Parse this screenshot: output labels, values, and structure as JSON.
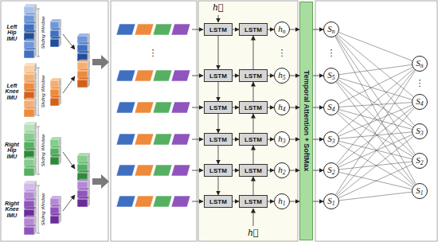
{
  "diagram": {
    "nodes": [
      {
        "text": [
          "LSTM"
        ]
      },
      {
        "text": [
          "LSTM"
        ]
      },
      {
        "text": [
          "LSTM"
        ]
      },
      {
        "text": [
          "LSTM"
        ]
      },
      {
        "text": [
          "LSTM"
        ]
      },
      {
        "text": [
          "LSTM"
        ]
      },
      {
        "text": [
          "LSTM"
        ]
      },
      {
        "text": [
          "LSTM"
        ]
      },
      {
        "text": [
          "LSTM"
        ]
      },
      {
        "text": [
          "LSTM"
        ]
      },
      {
        "text": [
          "LSTM"
        ]
      },
      {
        "text": [
          "LSTM"
        ]
      },
      {
        "text": [
          "hn"
        ]
      },
      {
        "text": [
          "h5"
        ]
      },
      {
        "text": [
          "h4"
        ]
      },
      {
        "text": [
          "h3"
        ]
      },
      {
        "text": [
          "h2"
        ]
      },
      {
        "text": [
          "h1"
        ]
      },
      {
        "text": [
          "Temporal Attention + SoftMax"
        ]
      },
      {
        "text": [
          "Sn"
        ]
      },
      {
        "text": [
          "S5"
        ]
      },
      {
        "text": [
          "S4"
        ]
      },
      {
        "text": [
          "S3"
        ]
      },
      {
        "text": [
          "S2"
        ]
      },
      {
        "text": [
          "S1"
        ]
      },
      {
        "text": [
          "Sn"
        ]
      },
      {
        "text": [
          "S4"
        ]
      },
      {
        "text": [
          "S3"
        ]
      },
      {
        "text": [
          "S2"
        ]
      },
      {
        "text": [
          "S1"
        ]
      }
    ],
    "edges": [
      {
        "from": 0,
        "to": 1,
        "arrow": "to"
      },
      {
        "from": 2,
        "to": 3,
        "arrow": "to"
      },
      {
        "from": 4,
        "to": 5,
        "arrow": "to"
      },
      {
        "from": 6,
        "to": 7,
        "arrow": "to"
      },
      {
        "from": 8,
        "to": 9,
        "arrow": "to"
      },
      {
        "from": 10,
        "to": 11,
        "arrow": "to"
      },
      {
        "from": 1,
        "to": 12,
        "arrow": "to"
      },
      {
        "from": 3,
        "to": 13,
        "arrow": "to"
      },
      {
        "from": 5,
        "to": 14,
        "arrow": "to"
      },
      {
        "from": 7,
        "to": 15,
        "arrow": "to"
      },
      {
        "from": 9,
        "to": 16,
        "arrow": "to"
      },
      {
        "from": 11,
        "to": 17,
        "arrow": "to"
      },
      {
        "from": 0,
        "to": 2,
        "arrow": "to"
      },
      {
        "from": 2,
        "to": 4,
        "arrow": "to"
      },
      {
        "from": 4,
        "to": 6,
        "arrow": "to"
      },
      {
        "from": 6,
        "to": 8,
        "arrow": "to"
      },
      {
        "from": 8,
        "to": 10,
        "arrow": "to"
      },
      {
        "from": 11,
        "to": 9,
        "arrow": "to"
      },
      {
        "from": 9,
        "to": 7,
        "arrow": "to"
      },
      {
        "from": 7,
        "to": 5,
        "arrow": "to"
      },
      {
        "from": 5,
        "to": 3,
        "arrow": "to"
      },
      {
        "from": 3,
        "to": 1,
        "arrow": "to"
      },
      {
        "from": 12,
        "to": 18,
        "arrow": "to"
      },
      {
        "from": 13,
        "to": 18,
        "arrow": "to"
      },
      {
        "from": 14,
        "to": 18,
        "arrow": "to"
      },
      {
        "from": 15,
        "to": 18,
        "arrow": "to"
      },
      {
        "from": 16,
        "to": 18,
        "arrow": "to"
      },
      {
        "from": 17,
        "to": 18,
        "arrow": "to"
      },
      {
        "from": 18,
        "to": 19,
        "arrow": "to"
      },
      {
        "from": 18,
        "to": 20,
        "arrow": "to"
      },
      {
        "from": 18,
        "to": 21,
        "arrow": "to"
      },
      {
        "from": 18,
        "to": 22,
        "arrow": "to"
      },
      {
        "from": 18,
        "to": 23,
        "arrow": "to"
      },
      {
        "from": 18,
        "to": 24,
        "arrow": "to"
      },
      {
        "from": 19,
        "to": 25,
        "arrow": "none"
      },
      {
        "from": 19,
        "to": 26,
        "arrow": "none"
      },
      {
        "from": 19,
        "to": 27,
        "arrow": "none"
      },
      {
        "from": 19,
        "to": 28,
        "arrow": "none"
      },
      {
        "from": 19,
        "to": 29,
        "arrow": "none"
      },
      {
        "from": 20,
        "to": 25,
        "arrow": "none"
      },
      {
        "from": 20,
        "to": 26,
        "arrow": "none"
      },
      {
        "from": 20,
        "to": 27,
        "arrow": "none"
      },
      {
        "from": 20,
        "to": 28,
        "arrow": "none"
      },
      {
        "from": 20,
        "to": 29,
        "arrow": "none"
      },
      {
        "from": 21,
        "to": 25,
        "arrow": "none"
      },
      {
        "from": 21,
        "to": 26,
        "arrow": "none"
      },
      {
        "from": 21,
        "to": 27,
        "arrow": "none"
      },
      {
        "from": 21,
        "to": 28,
        "arrow": "none"
      },
      {
        "from": 21,
        "to": 29,
        "arrow": "none"
      },
      {
        "from": 22,
        "to": 25,
        "arrow": "none"
      },
      {
        "from": 22,
        "to": 26,
        "arrow": "none"
      },
      {
        "from": 22,
        "to": 27,
        "arrow": "none"
      },
      {
        "from": 22,
        "to": 28,
        "arrow": "none"
      },
      {
        "from": 22,
        "to": 29,
        "arrow": "none"
      },
      {
        "from": 23,
        "to": 25,
        "arrow": "none"
      },
      {
        "from": 23,
        "to": 26,
        "arrow": "none"
      },
      {
        "from": 23,
        "to": 27,
        "arrow": "none"
      },
      {
        "from": 23,
        "to": 28,
        "arrow": "none"
      },
      {
        "from": 23,
        "to": 29,
        "arrow": "none"
      },
      {
        "from": 24,
        "to": 25,
        "arrow": "none"
      },
      {
        "from": 24,
        "to": 26,
        "arrow": "none"
      },
      {
        "from": 24,
        "to": 27,
        "arrow": "none"
      },
      {
        "from": 24,
        "to": 28,
        "arrow": "none"
      },
      {
        "from": 24,
        "to": 29,
        "arrow": "none"
      }
    ],
    "labels": [
      "Left Hip IMU",
      "Sliding Window",
      "Left Knee IMU",
      "Sliding Window",
      "Right Hip IMU",
      "Sliding Window",
      "Right Knee IMU",
      "Sliding Window",
      "⋮",
      "h⃗",
      "⋮",
      "h⃗",
      "⋮",
      "⋮"
    ]
  }
}
